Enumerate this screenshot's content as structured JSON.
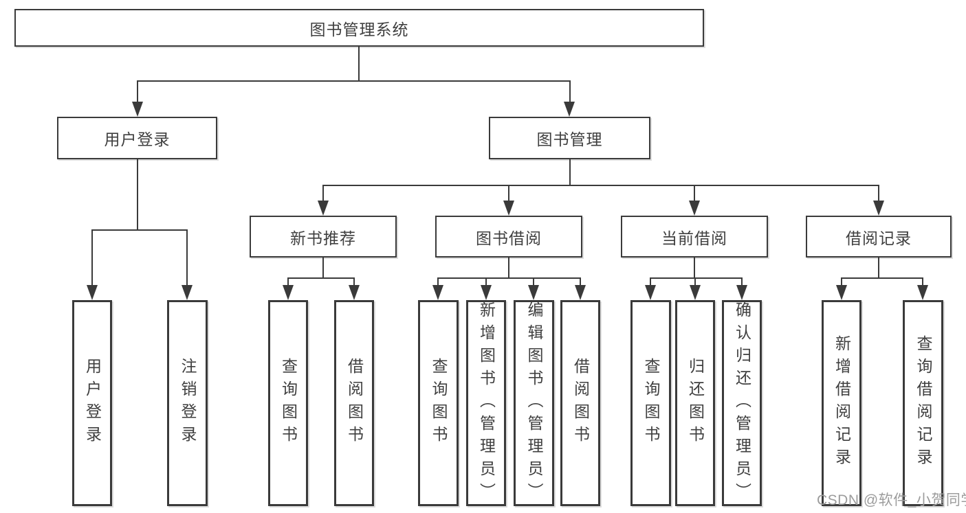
{
  "tree": {
    "root": {
      "label": "图书管理系统"
    },
    "branches": [
      {
        "label": "用户登录",
        "children": [
          {
            "label": "用户登录"
          },
          {
            "label": "注销登录"
          }
        ]
      },
      {
        "label": "图书管理",
        "children": [
          {
            "label": "新书推荐",
            "children": [
              {
                "label": "查询图书"
              },
              {
                "label": "借阅图书"
              }
            ]
          },
          {
            "label": "图书借阅",
            "children": [
              {
                "label": "查询图书"
              },
              {
                "label": "新增图书（管理员）"
              },
              {
                "label": "编辑图书（管理员）"
              },
              {
                "label": "借阅图书"
              }
            ]
          },
          {
            "label": "当前借阅",
            "children": [
              {
                "label": "查询图书"
              },
              {
                "label": "归还图书"
              },
              {
                "label": "确认归还（管理员）"
              }
            ]
          },
          {
            "label": "借阅记录",
            "children": [
              {
                "label": "新增借阅记录"
              },
              {
                "label": "查询借阅记录"
              }
            ]
          }
        ]
      }
    ]
  },
  "watermark": {
    "text": "CSDN @软件_小贺同学"
  },
  "colors": {
    "line": "#3a3a3a",
    "text": "#3f3f3f",
    "box_background": "#ffffff",
    "page_background": "#ffffff",
    "watermark": "#9c9c9c"
  }
}
